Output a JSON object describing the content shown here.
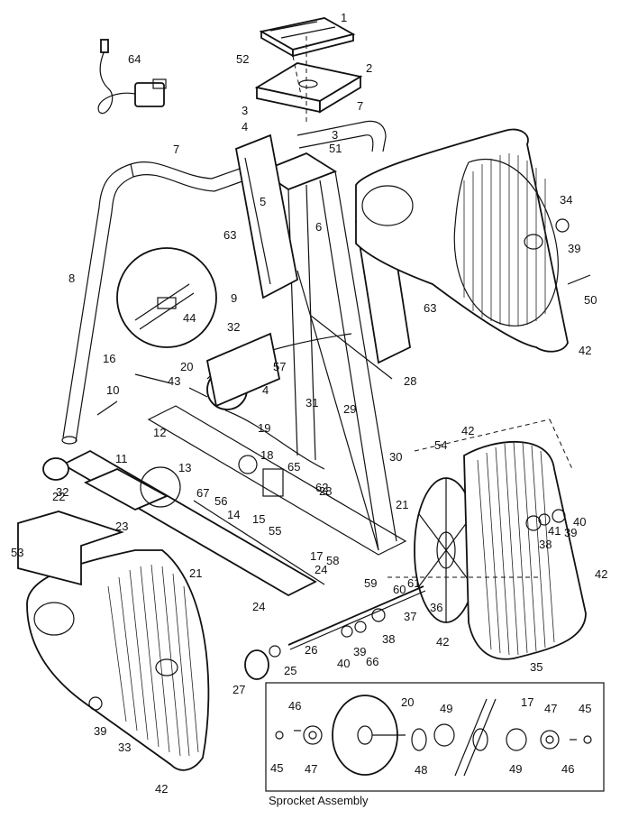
{
  "part_labels": [
    {
      "id": "p1",
      "text": "1"
    },
    {
      "id": "p52",
      "text": "52"
    },
    {
      "id": "p64",
      "text": "64"
    },
    {
      "id": "p2",
      "text": "2"
    },
    {
      "id": "p3a",
      "text": "3"
    },
    {
      "id": "p4a",
      "text": "4"
    },
    {
      "id": "p7a",
      "text": "7"
    },
    {
      "id": "p3b",
      "text": "3"
    },
    {
      "id": "p51",
      "text": "51"
    },
    {
      "id": "p7b",
      "text": "7"
    },
    {
      "id": "p34",
      "text": "34"
    },
    {
      "id": "p39a",
      "text": "39"
    },
    {
      "id": "p5",
      "text": "5"
    },
    {
      "id": "p6",
      "text": "6"
    },
    {
      "id": "p63a",
      "text": "63"
    },
    {
      "id": "p50",
      "text": "50"
    },
    {
      "id": "p8",
      "text": "8"
    },
    {
      "id": "p44",
      "text": "44"
    },
    {
      "id": "p9",
      "text": "9"
    },
    {
      "id": "p63b",
      "text": "63"
    },
    {
      "id": "p42a",
      "text": "42"
    },
    {
      "id": "p32a",
      "text": "32"
    },
    {
      "id": "p16",
      "text": "16"
    },
    {
      "id": "p20a",
      "text": "20"
    },
    {
      "id": "p57",
      "text": "57"
    },
    {
      "id": "p43",
      "text": "43"
    },
    {
      "id": "p4b",
      "text": "4"
    },
    {
      "id": "p28a",
      "text": "28"
    },
    {
      "id": "p10",
      "text": "10"
    },
    {
      "id": "p31",
      "text": "31"
    },
    {
      "id": "p29",
      "text": "29"
    },
    {
      "id": "p19",
      "text": "19"
    },
    {
      "id": "p12",
      "text": "12"
    },
    {
      "id": "p42b",
      "text": "42"
    },
    {
      "id": "p54",
      "text": "54"
    },
    {
      "id": "p18",
      "text": "18"
    },
    {
      "id": "p30",
      "text": "30"
    },
    {
      "id": "p11",
      "text": "11"
    },
    {
      "id": "p13",
      "text": "13"
    },
    {
      "id": "p65",
      "text": "65"
    },
    {
      "id": "p62",
      "text": "62"
    },
    {
      "id": "p28b",
      "text": "28"
    },
    {
      "id": "p67",
      "text": "67"
    },
    {
      "id": "p56",
      "text": "56"
    },
    {
      "id": "p21a",
      "text": "21"
    },
    {
      "id": "p22",
      "text": "22"
    },
    {
      "id": "p32b",
      "text": "32"
    },
    {
      "id": "p14",
      "text": "14"
    },
    {
      "id": "p15",
      "text": "15"
    },
    {
      "id": "p55",
      "text": "55"
    },
    {
      "id": "p40a",
      "text": "40"
    },
    {
      "id": "p41",
      "text": "41"
    },
    {
      "id": "p38a",
      "text": "38"
    },
    {
      "id": "p39b",
      "text": "39"
    },
    {
      "id": "p23",
      "text": "23"
    },
    {
      "id": "p17a",
      "text": "17"
    },
    {
      "id": "p58",
      "text": "58"
    },
    {
      "id": "p24a",
      "text": "24"
    },
    {
      "id": "p59",
      "text": "59"
    },
    {
      "id": "p60",
      "text": "60"
    },
    {
      "id": "p61",
      "text": "61"
    },
    {
      "id": "p42c",
      "text": "42"
    },
    {
      "id": "p53",
      "text": "53"
    },
    {
      "id": "p21b",
      "text": "21"
    },
    {
      "id": "p37",
      "text": "37"
    },
    {
      "id": "p36",
      "text": "36"
    },
    {
      "id": "p24b",
      "text": "24"
    },
    {
      "id": "p26",
      "text": "26"
    },
    {
      "id": "p40b",
      "text": "40"
    },
    {
      "id": "p39c",
      "text": "39"
    },
    {
      "id": "p66",
      "text": "66"
    },
    {
      "id": "p38b",
      "text": "38"
    },
    {
      "id": "p42d",
      "text": "42"
    },
    {
      "id": "p35",
      "text": "35"
    },
    {
      "id": "p25",
      "text": "25"
    },
    {
      "id": "p27",
      "text": "27"
    },
    {
      "id": "p46a",
      "text": "46"
    },
    {
      "id": "p20b",
      "text": "20"
    },
    {
      "id": "p17b",
      "text": "17"
    },
    {
      "id": "p47a",
      "text": "47"
    },
    {
      "id": "p45a",
      "text": "45"
    },
    {
      "id": "p49a",
      "text": "49"
    },
    {
      "id": "p39d",
      "text": "39"
    },
    {
      "id": "p33",
      "text": "33"
    },
    {
      "id": "p45b",
      "text": "45"
    },
    {
      "id": "p47b",
      "text": "47"
    },
    {
      "id": "p48",
      "text": "48"
    },
    {
      "id": "p49b",
      "text": "49"
    },
    {
      "id": "p46b",
      "text": "46"
    },
    {
      "id": "p42e",
      "text": "42"
    }
  ],
  "inset_caption": "Sprocket Assembly"
}
